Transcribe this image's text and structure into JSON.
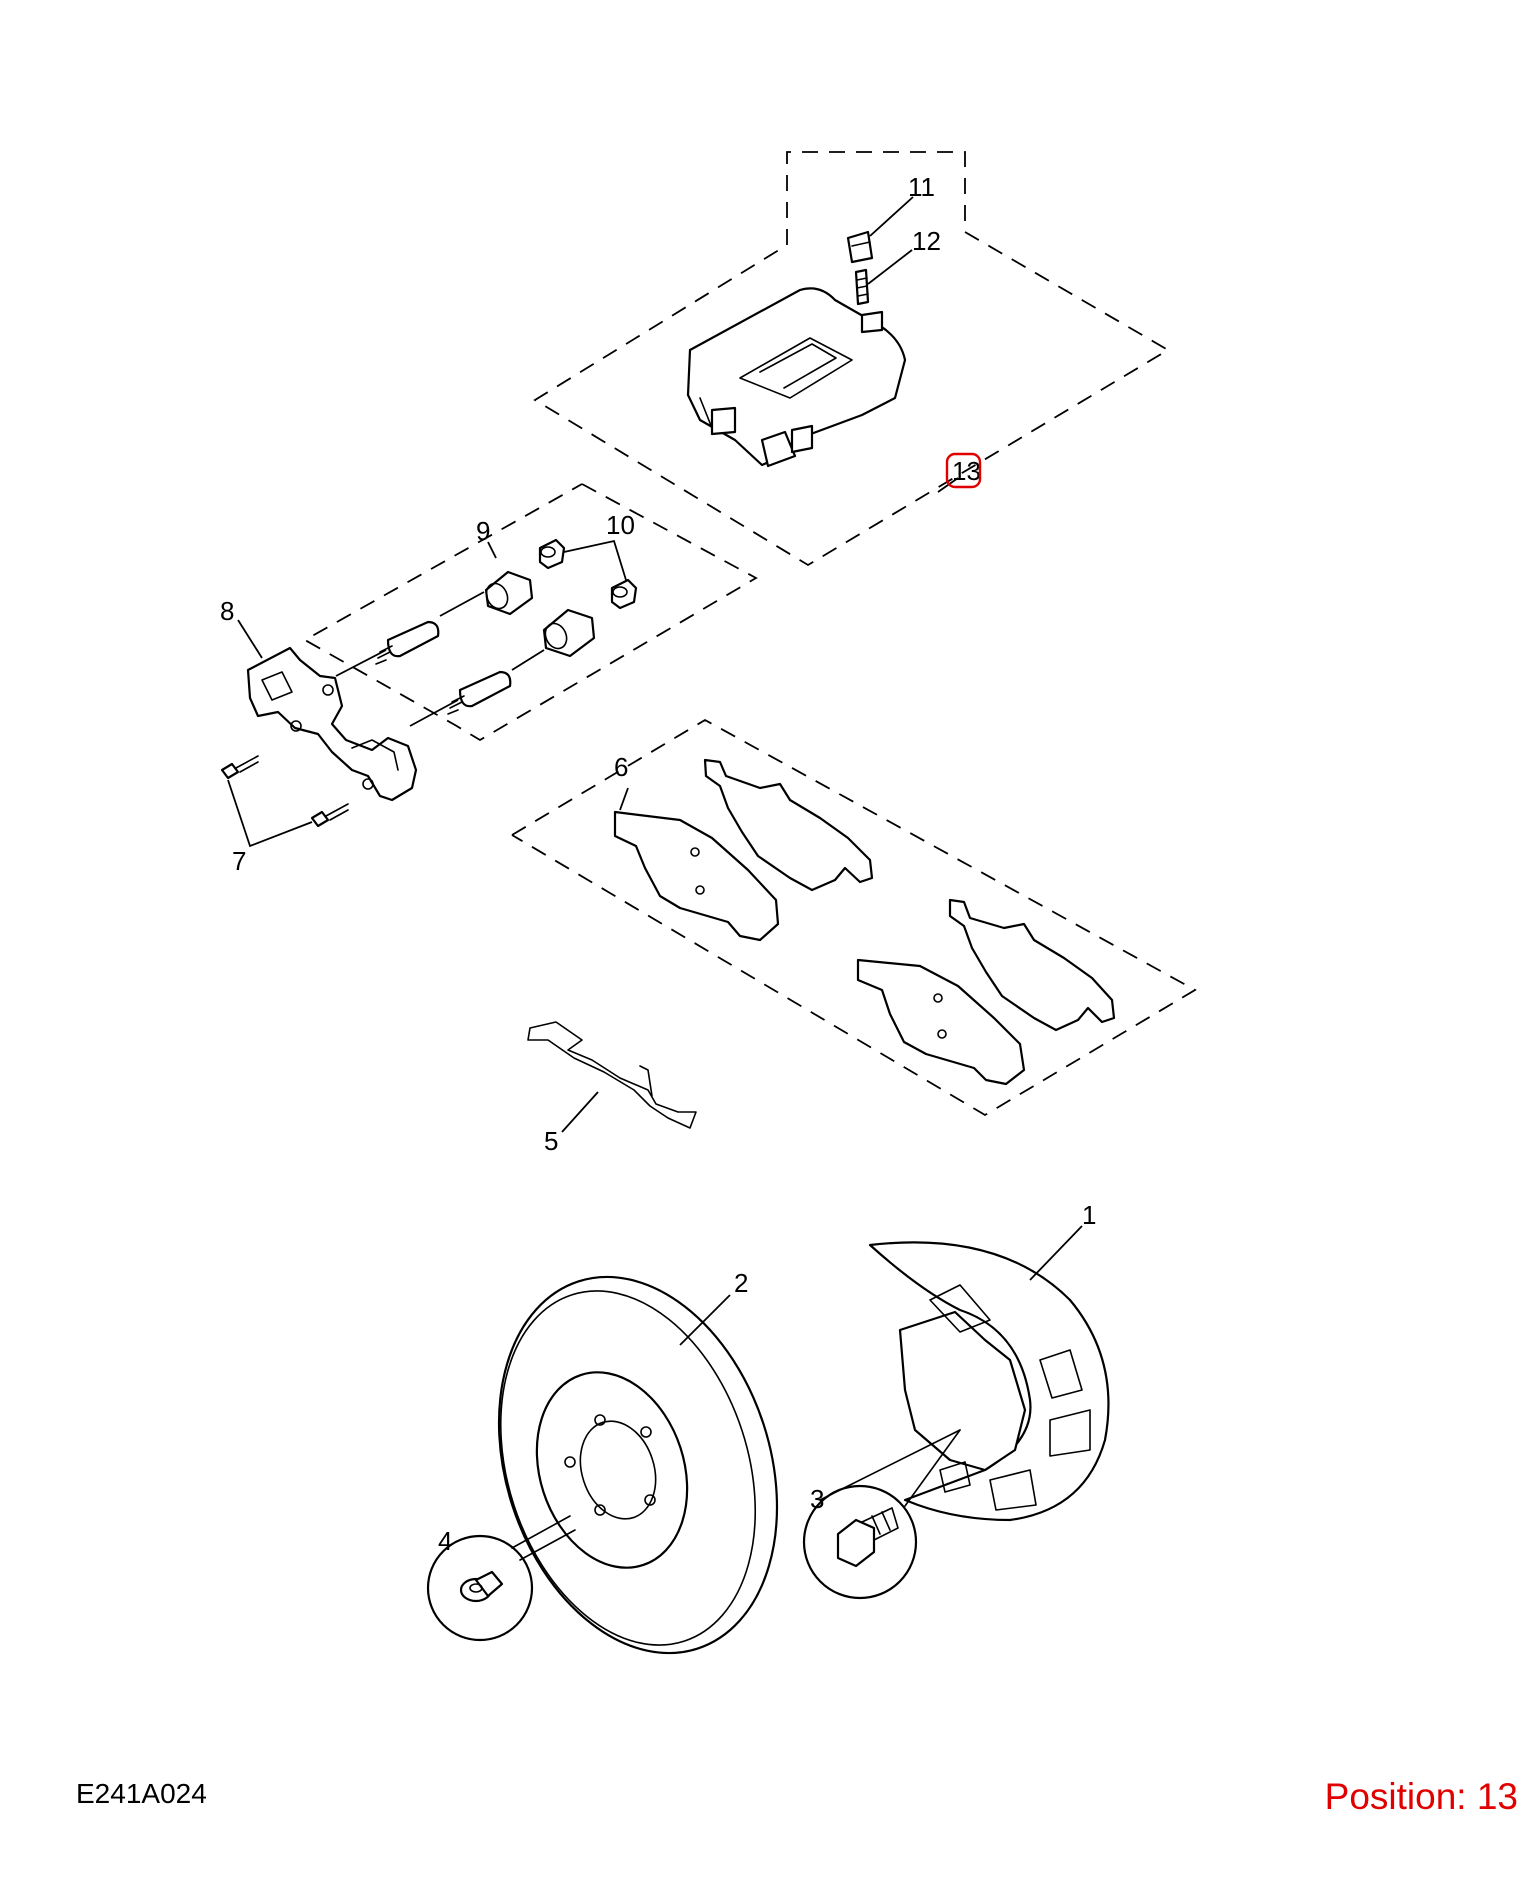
{
  "diagram": {
    "code": "E241A024",
    "position_label": "Position: 13",
    "highlight_color": "#e00000",
    "callouts": [
      {
        "id": "1",
        "text": "1"
      },
      {
        "id": "2",
        "text": "2"
      },
      {
        "id": "3",
        "text": "3"
      },
      {
        "id": "4",
        "text": "4"
      },
      {
        "id": "5",
        "text": "5"
      },
      {
        "id": "6",
        "text": "6"
      },
      {
        "id": "7",
        "text": "7"
      },
      {
        "id": "8",
        "text": "8"
      },
      {
        "id": "9",
        "text": "9"
      },
      {
        "id": "10",
        "text": "10"
      },
      {
        "id": "11",
        "text": "11"
      },
      {
        "id": "12",
        "text": "12"
      },
      {
        "id": "13",
        "text": "13",
        "selected": true
      }
    ]
  }
}
